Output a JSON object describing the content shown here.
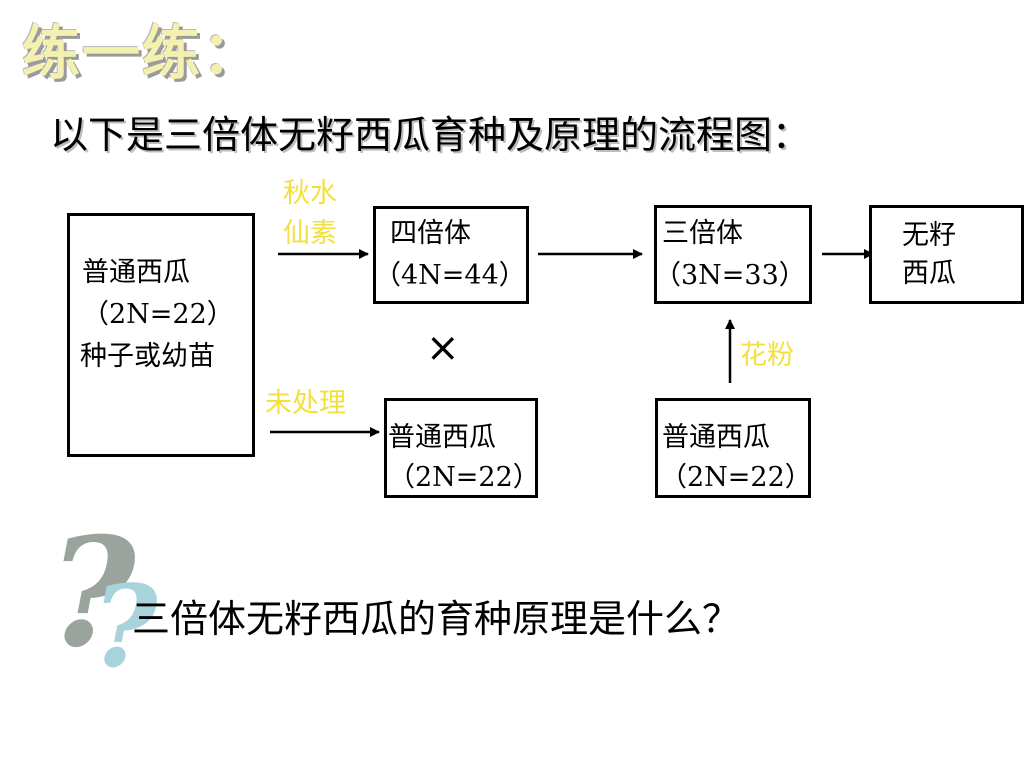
{
  "heading": "练一练：",
  "intro": "以下是三倍体无籽西瓜育种及原理的流程图：",
  "nodes": {
    "seed": {
      "line1": "普通西瓜",
      "line2": "（2N=22）",
      "line3": "种子或幼苗"
    },
    "tetraploid": {
      "line1": "四倍体",
      "line2": "（4N=44）"
    },
    "triploid": {
      "line1": "三倍体",
      "line2": "（3N=33）"
    },
    "seedless": {
      "line1": "无籽",
      "line2": "西瓜"
    },
    "normal_female": {
      "line1": "普通西瓜",
      "line2": "（2N=22）"
    },
    "normal_pollen": {
      "line1": "普通西瓜",
      "line2": "（2N=22）"
    }
  },
  "labels": {
    "colchicine_line1": "秋水",
    "colchicine_line2": "仙素",
    "untreated": "未处理",
    "pollen": "花粉",
    "cross": "×"
  },
  "question": "三倍体无籽西瓜的育种原理是什么？",
  "decor": {
    "qmark1": "?",
    "qmark2": "?"
  },
  "colors": {
    "label": "#f2e040",
    "heading": "#f4f0b0",
    "qmark1": "#9aa39c",
    "qmark2": "#a8d3dc"
  }
}
